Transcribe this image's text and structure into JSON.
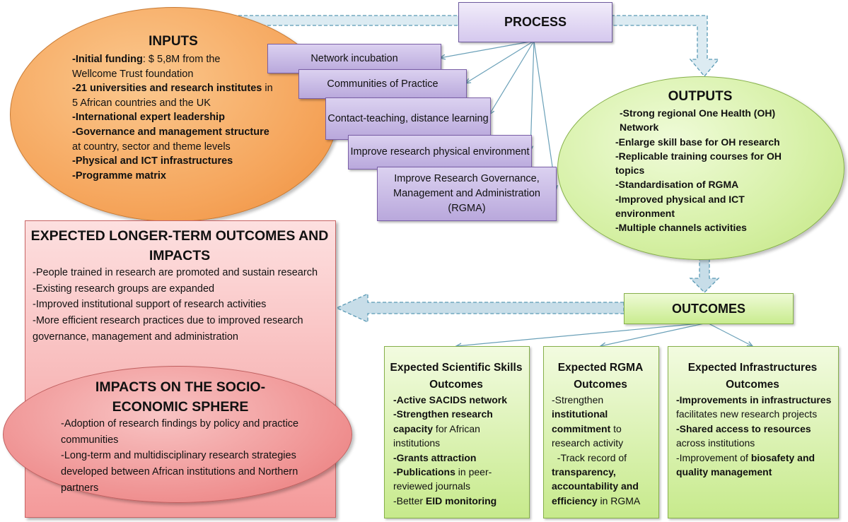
{
  "process": {
    "title": "PROCESS"
  },
  "process_items": [
    "Network incubation",
    "Communities of Practice",
    "Contact-teaching, distance learning",
    "Improve research physical environment",
    "Improve Research Governance, Management and Administration (RGMA)"
  ],
  "inputs": {
    "title": "INPUTS",
    "items": [
      {
        "bold": "-Initial funding",
        "rest": ": $ 5,8M from the"
      },
      {
        "bold": "",
        "rest": "Wellcome Trust foundation"
      },
      {
        "bold": "-21 universities and research institutes",
        "rest": " in"
      },
      {
        "bold": "",
        "rest": "5 African countries and the UK"
      },
      {
        "bold": "-International expert leadership",
        "rest": ""
      },
      {
        "bold": "-Governance and management structure",
        "rest": ""
      },
      {
        "bold": "",
        "rest": "at country, sector and theme levels"
      },
      {
        "bold": "-Physical and ICT infrastructures",
        "rest": ""
      },
      {
        "bold": "-Programme matrix",
        "rest": ""
      }
    ]
  },
  "outputs": {
    "title": "OUTPUTS",
    "items": [
      "-Strong regional One Health (OH) Network",
      "-Enlarge skill base for OH research",
      "-Replicable training courses for OH topics",
      "-Standardisation of RGMA",
      "-Improved physical and ICT environment",
      "-Multiple channels activities"
    ]
  },
  "outcomes": {
    "title": "OUTCOMES"
  },
  "longterm": {
    "title": "EXPECTED LONGER-TERM OUTCOMES AND IMPACTS",
    "items": [
      "-People trained in research are promoted and sustain research",
      "-Existing research groups are expanded",
      "-Improved institutional support of research activities",
      "-More efficient research practices due to improved research governance, management and administration"
    ]
  },
  "impacts": {
    "title": "IMPACTS ON THE SOCIO-ECONOMIC SPHERE",
    "items": [
      "-Adoption of research findings by policy and practice communities",
      "-Long-term and multidisciplinary research strategies developed between African institutions and Northern partners"
    ]
  },
  "scientific": {
    "title": "Expected Scientific Skills Outcomes",
    "items": [
      {
        "bold": "-Active SACIDS network",
        "rest": ""
      },
      {
        "bold": "-Strengthen research capacity",
        "rest": " for African institutions"
      },
      {
        "bold": "-Grants attraction",
        "rest": ""
      },
      {
        "bold": "-Publications",
        "rest": " in peer-reviewed journals"
      },
      {
        "pre": "-Better ",
        "bold": "EID monitoring",
        "rest": ""
      }
    ]
  },
  "rgma": {
    "title": "Expected RGMA Outcomes",
    "items": [
      {
        "pre": "-Strengthen ",
        "bold": "institutional commitment",
        "rest": " to research activity"
      },
      {
        "pre": "  -Track record of ",
        "bold": "transparency, accountability and efficiency",
        "rest": " in RGMA"
      }
    ]
  },
  "infra": {
    "title": "Expected Infrastructures Outcomes",
    "items": [
      {
        "bold": "-Improvements in infrastructures",
        "rest": " facilitates new research projects"
      },
      {
        "bold": "-Shared access to resources",
        "rest": " across institutions"
      },
      {
        "pre": "-Improvement of ",
        "bold": "biosafety and quality management",
        "rest": ""
      }
    ]
  }
}
